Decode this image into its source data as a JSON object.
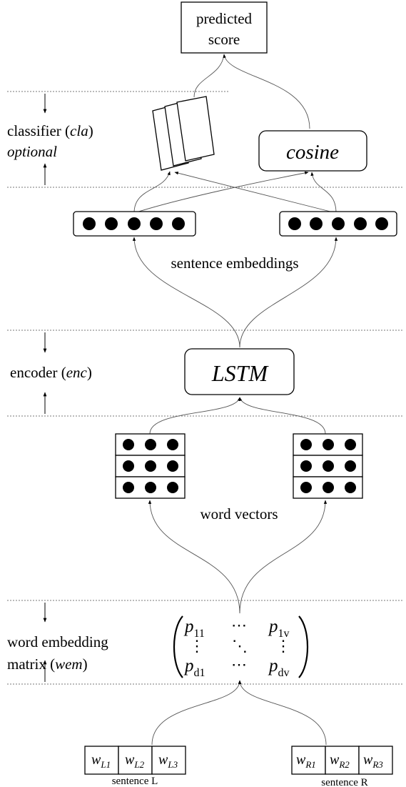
{
  "layers": {
    "classifier": {
      "name": "classifier (",
      "abbr": "cla",
      "close": ")",
      "note": "optional"
    },
    "encoder": {
      "name": "encoder (",
      "abbr": "enc",
      "close": ")"
    },
    "wem": {
      "name_line1": "word embedding",
      "name_line2": "matrix (",
      "abbr": "wem",
      "close": ")"
    }
  },
  "nodes": {
    "predicted_score": {
      "line1": "predicted",
      "line2": "score"
    },
    "cosine": "cosine",
    "lstm": "LSTM",
    "sentence_embeddings": "sentence embeddings",
    "word_vectors": "word vectors",
    "matrix": {
      "p11": "p",
      "p11_sub": "11",
      "p1v": "p",
      "p1v_sub": "1v",
      "pd1": "p",
      "pd1_sub": "d1",
      "pdv": "p",
      "pdv_sub": "dv",
      "hdots": "⋯",
      "vdots": "⋮",
      "ddots": "⋱"
    }
  },
  "sentences": {
    "left": {
      "label": "sentence L",
      "words": [
        {
          "w": "w",
          "sub": "L1"
        },
        {
          "w": "w",
          "sub": "L2"
        },
        {
          "w": "w",
          "sub": "L3"
        }
      ]
    },
    "right": {
      "label": "sentence R",
      "words": [
        {
          "w": "w",
          "sub": "R1"
        },
        {
          "w": "w",
          "sub": "R2"
        },
        {
          "w": "w",
          "sub": "R3"
        }
      ]
    }
  }
}
